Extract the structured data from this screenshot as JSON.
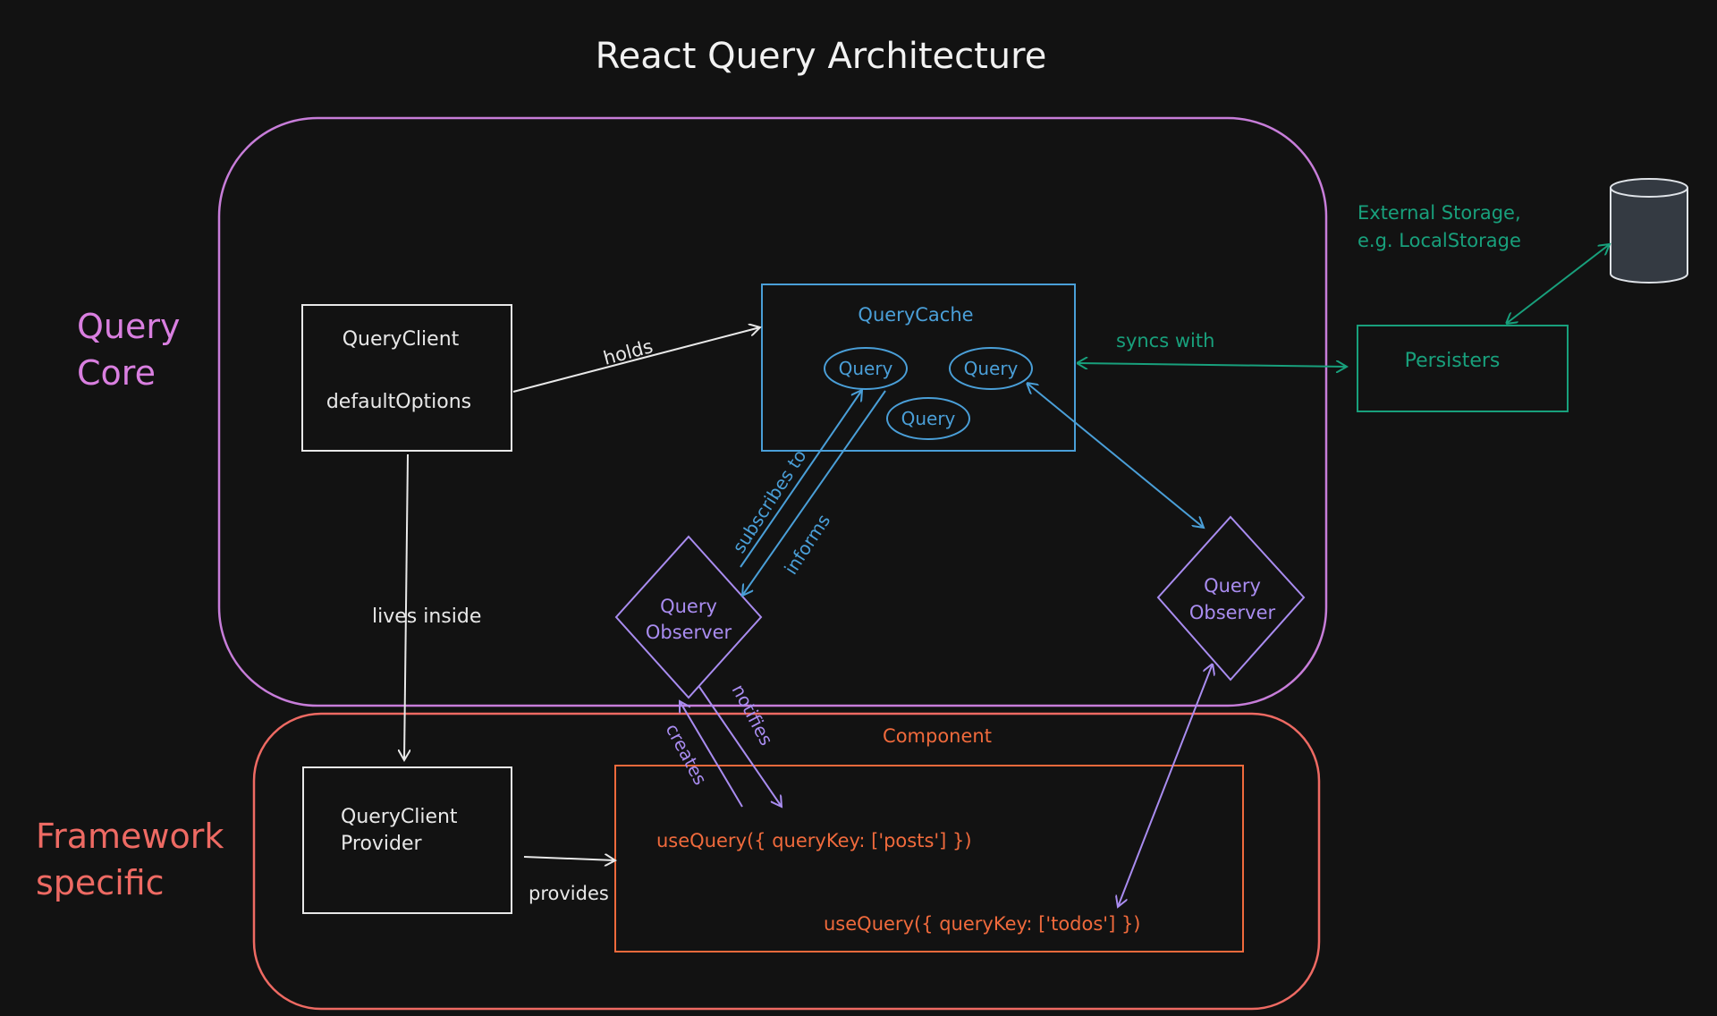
{
  "title": "React Query Architecture",
  "regions": {
    "core_label_1": "Query",
    "core_label_2": "Core",
    "framework_label_1": "Framework",
    "framework_label_2": "specific"
  },
  "nodes": {
    "query_client": {
      "line1": "QueryClient",
      "line2": "defaultOptions"
    },
    "query_cache": {
      "title": "QueryCache",
      "queries": [
        "Query",
        "Query",
        "Query"
      ]
    },
    "observer_left": {
      "line1": "Query",
      "line2": "Observer"
    },
    "observer_right": {
      "line1": "Query",
      "line2": "Observer"
    },
    "persisters": "Persisters",
    "external_storage": {
      "line1": "External Storage,",
      "line2": "e.g. LocalStorage"
    },
    "provider": {
      "line1": "QueryClient",
      "line2": "Provider"
    },
    "component": {
      "title": "Component",
      "code1": "useQuery({ queryKey: ['posts'] })",
      "code2": "useQuery({ queryKey: ['todos'] })"
    }
  },
  "edges": {
    "holds": "holds",
    "lives_inside": "lives inside",
    "syncs_with": "syncs with",
    "subscribes_to": "subscribes to",
    "informs": "informs",
    "notifies": "notifies",
    "creates": "creates",
    "provides": "provides"
  },
  "colors": {
    "background": "#121212",
    "core": "#c77dd9",
    "framework": "#ee6a63",
    "white": "#e8e8e8",
    "blue": "#4a9fd8",
    "purple": "#a98cf0",
    "green": "#18a07c",
    "orange": "#f06a3c"
  }
}
